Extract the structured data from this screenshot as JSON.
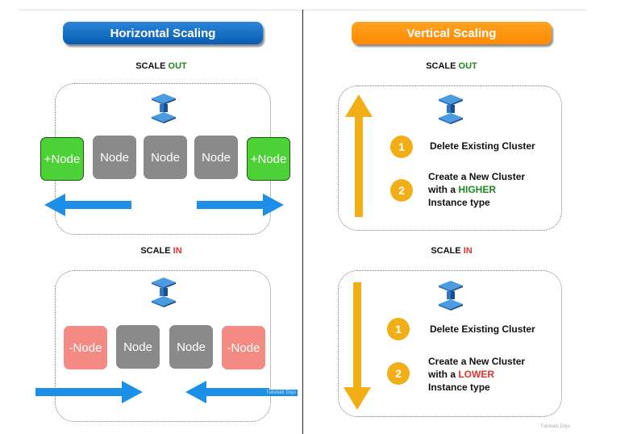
{
  "horizontal": {
    "title": "Horizontal Scaling",
    "scale_out": {
      "prefix": "SCALE ",
      "suffix": "OUT"
    },
    "scale_in": {
      "prefix": "SCALE ",
      "suffix": "IN"
    },
    "out_nodes": [
      "+Node",
      "Node",
      "Node",
      "Node",
      "+Node"
    ],
    "in_nodes": [
      "-Node",
      "Node",
      "Node",
      "-Node"
    ],
    "watermark": "Tutorials Dojo"
  },
  "vertical": {
    "title": "Vertical Scaling",
    "scale_out": {
      "prefix": "SCALE ",
      "suffix": "OUT"
    },
    "scale_in": {
      "prefix": "SCALE ",
      "suffix": "IN"
    },
    "out_steps": [
      {
        "num": "1",
        "text": "Delete Existing Cluster"
      },
      {
        "num": "2",
        "line1": "Create a New Cluster",
        "line2a": "with a ",
        "highlight": "HIGHER",
        "line3": "Instance type"
      }
    ],
    "in_steps": [
      {
        "num": "1",
        "text": "Delete Existing Cluster"
      },
      {
        "num": "2",
        "line1": "Create a New Cluster",
        "line2a": "with a ",
        "highlight": "LOWER",
        "line3": "Instance type"
      }
    ],
    "watermark": "Tutorials Dojo"
  },
  "colors": {
    "blue_pill": "#0a5cb0",
    "orange_pill": "#ff8a00",
    "arrow_blue": "#1e8fe6",
    "arrow_yellow": "#f2ae17",
    "node_gray": "#8a8a8a",
    "node_green": "#4cd137",
    "node_pink": "#f48a84",
    "out_green": "#1f8a1f",
    "in_red": "#e2322f"
  }
}
